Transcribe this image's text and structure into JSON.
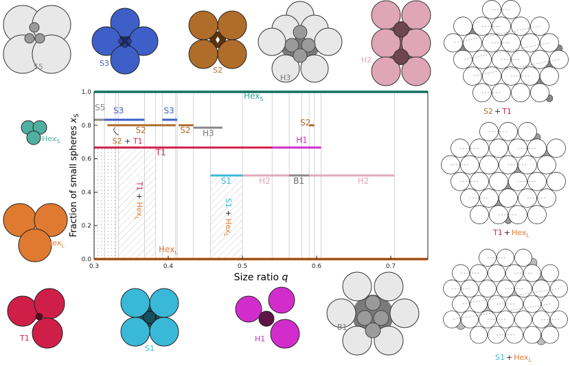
{
  "chart_data": {
    "type": "line",
    "xlabel": "Size ratio q",
    "ylabel": "Fraction of small spheres x_S",
    "xlim": [
      0.3,
      0.75
    ],
    "ylim": [
      0.0,
      1.0
    ],
    "xticks": [
      "0.3",
      "0.4",
      "0.5",
      "0.6",
      "0.7"
    ],
    "yticks": [
      "0.0",
      "0.2",
      "0.4",
      "0.6",
      "0.8",
      "1.0"
    ],
    "segments": [
      {
        "name": "HexS",
        "q": [
          0.3,
          0.75
        ],
        "x": 1.0,
        "color": "#34a090"
      },
      {
        "name": "HexL",
        "q": [
          0.3,
          0.75
        ],
        "x": 0.0,
        "color": "#e07a30"
      },
      {
        "name": "S5",
        "q": [
          0.3,
          0.314
        ],
        "x": 0.833,
        "color": "#8a8a8a"
      },
      {
        "name": "S3",
        "q": [
          0.314,
          0.368
        ],
        "x": 0.833,
        "color": "#3f5fc8"
      },
      {
        "name": "S3",
        "q": [
          0.392,
          0.412
        ],
        "x": 0.833,
        "color": "#3f5fc8"
      },
      {
        "name": "S2",
        "q": [
          0.318,
          0.41
        ],
        "x": 0.8,
        "color": "#b06d2a"
      },
      {
        "name": "S2",
        "q": [
          0.414,
          0.434
        ],
        "x": 0.8,
        "color": "#b06d2a"
      },
      {
        "name": "H3",
        "q": [
          0.434,
          0.473
        ],
        "x": 0.786,
        "color": "#8a8a8a"
      },
      {
        "name": "S2",
        "q": [
          0.59,
          0.597
        ],
        "x": 0.8,
        "color": "#b06d2a"
      },
      {
        "name": "T1",
        "q": [
          0.3,
          0.54
        ],
        "x": 0.667,
        "color": "#cf1f48"
      },
      {
        "name": "H1",
        "q": [
          0.54,
          0.606
        ],
        "x": 0.667,
        "color": "#d22dcc"
      },
      {
        "name": "S1",
        "q": [
          0.457,
          0.5
        ],
        "x": 0.5,
        "color": "#3ab8d8"
      },
      {
        "name": "H2",
        "q": [
          0.5,
          0.563
        ],
        "x": 0.5,
        "color": "#e2a9ba"
      },
      {
        "name": "B1",
        "q": [
          0.563,
          0.59
        ],
        "x": 0.5,
        "color": "#8a8a8a"
      },
      {
        "name": "H2",
        "q": [
          0.59,
          0.705
        ],
        "x": 0.5,
        "color": "#e2a9ba"
      }
    ],
    "vertical_lines_q": [
      0.314,
      0.329,
      0.333,
      0.368,
      0.383,
      0.392,
      0.41,
      0.412,
      0.434,
      0.457,
      0.5,
      0.54,
      0.563,
      0.58,
      0.59,
      0.597,
      0.606,
      0.705
    ],
    "regions": [
      {
        "name": "dotted",
        "q": [
          0.3,
          0.333
        ],
        "x": [
          0.0,
          0.667
        ],
        "pattern": "dots"
      },
      {
        "name": "T1+HexL",
        "q": [
          0.333,
          0.383
        ],
        "x": [
          0.0,
          0.667
        ],
        "pattern": "hatch"
      },
      {
        "name": "S1+HexL",
        "q": [
          0.457,
          0.5
        ],
        "x": [
          0.0,
          0.5
        ],
        "pattern": "hatch"
      }
    ],
    "annotations": [
      {
        "text": "HexS",
        "q": 0.515,
        "x": 0.96
      },
      {
        "text": "S5",
        "q": 0.308,
        "x": 0.89
      },
      {
        "text": "S3",
        "q": 0.333,
        "x": 0.87
      },
      {
        "text": "S3",
        "q": 0.401,
        "x": 0.87
      },
      {
        "text": "S2",
        "q": 0.363,
        "x": 0.755
      },
      {
        "text": "S2",
        "q": 0.423,
        "x": 0.755
      },
      {
        "text": "S2 + T1",
        "q": 0.345,
        "x": 0.69
      },
      {
        "text": "H3",
        "q": 0.454,
        "x": 0.735
      },
      {
        "text": "S2",
        "q": 0.585,
        "x": 0.8
      },
      {
        "text": "H1",
        "q": 0.58,
        "x": 0.695
      },
      {
        "text": "T1",
        "q": 0.39,
        "x": 0.62
      },
      {
        "text": "S1",
        "q": 0.478,
        "x": 0.45
      },
      {
        "text": "H2",
        "q": 0.53,
        "x": 0.45
      },
      {
        "text": "B1",
        "q": 0.576,
        "x": 0.45
      },
      {
        "text": "H2",
        "q": 0.663,
        "x": 0.45
      },
      {
        "text": "T1 + HexL",
        "q": 0.358,
        "x": 0.35,
        "rotate": 90
      },
      {
        "text": "S1 + HexL",
        "q": 0.478,
        "x": 0.25,
        "rotate": 90
      },
      {
        "text": "HexL",
        "q": 0.4,
        "x": 0.04
      }
    ]
  },
  "figure_labels": {
    "S5": "S5",
    "S3": "S3",
    "S2": "S2",
    "H3": "H3",
    "H2": "H2",
    "HexS": "Hex",
    "HexS_sub": "S",
    "HexL": "Hex",
    "HexL_sub": "L",
    "T1": "T1",
    "S1": "S1",
    "H1": "H1",
    "B1": "B1",
    "S2T1_a": "S2",
    "S2T1_b": "T1",
    "T1HexL_a": "T1",
    "T1HexL_b": "Hex",
    "T1HexL_sub": "L",
    "S1HexL_a": "S1",
    "S1HexL_b": "Hex",
    "S1HexL_sub": "L",
    "plus": "+"
  },
  "colors": {
    "gray": "#e8e8e8",
    "blue": "#3f5fc8",
    "brown": "#b06d2a",
    "pink": "#dfa6b8",
    "teal": "#4fb0a0",
    "orange": "#e07a30",
    "red": "#cf1f48",
    "cyan": "#3ab8d8",
    "magenta": "#d22dcc"
  }
}
